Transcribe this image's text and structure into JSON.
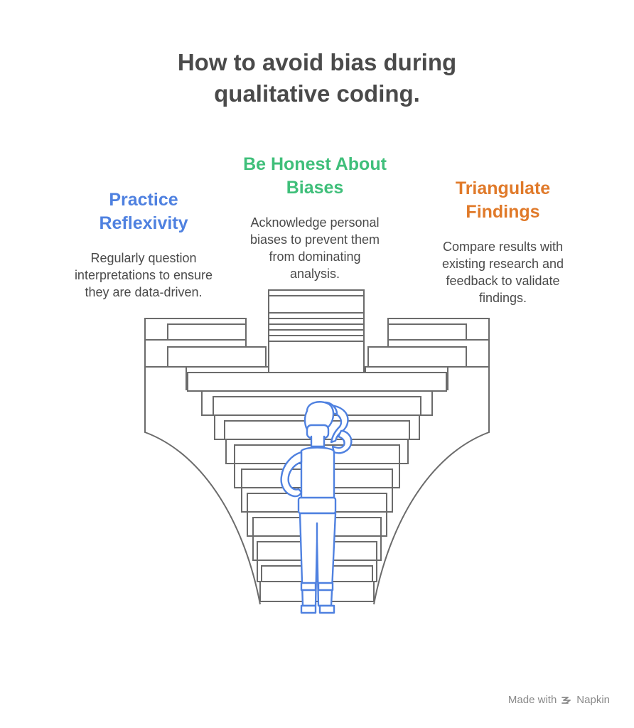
{
  "title": {
    "line1": "How to avoid bias during",
    "line2": "qualitative coding."
  },
  "items": [
    {
      "heading_line1": "Practice",
      "heading_line2": "Reflexivity",
      "description": [
        "Regularly question",
        "interpretations to ensure",
        "they are data-driven."
      ],
      "color": "#4f81e0"
    },
    {
      "heading_line1": "Be Honest About",
      "heading_line2": "Biases",
      "description": [
        "Acknowledge personal",
        "biases to prevent them",
        "from dominating",
        "analysis."
      ],
      "color": "#3fbf7a"
    },
    {
      "heading_line1": "Triangulate",
      "heading_line2": "Findings",
      "description": [
        "Compare results with",
        "existing research and",
        "feedback to validate",
        "findings."
      ],
      "color": "#e07a2a"
    }
  ],
  "illustration": {
    "subject": "staircase-with-person-icon",
    "stair_color": "#6b6b6b",
    "person_color": "#4f81e0"
  },
  "footer": {
    "made_with": "Made with",
    "brand": "Napkin",
    "logo_icon": "napkin-logo-icon"
  }
}
